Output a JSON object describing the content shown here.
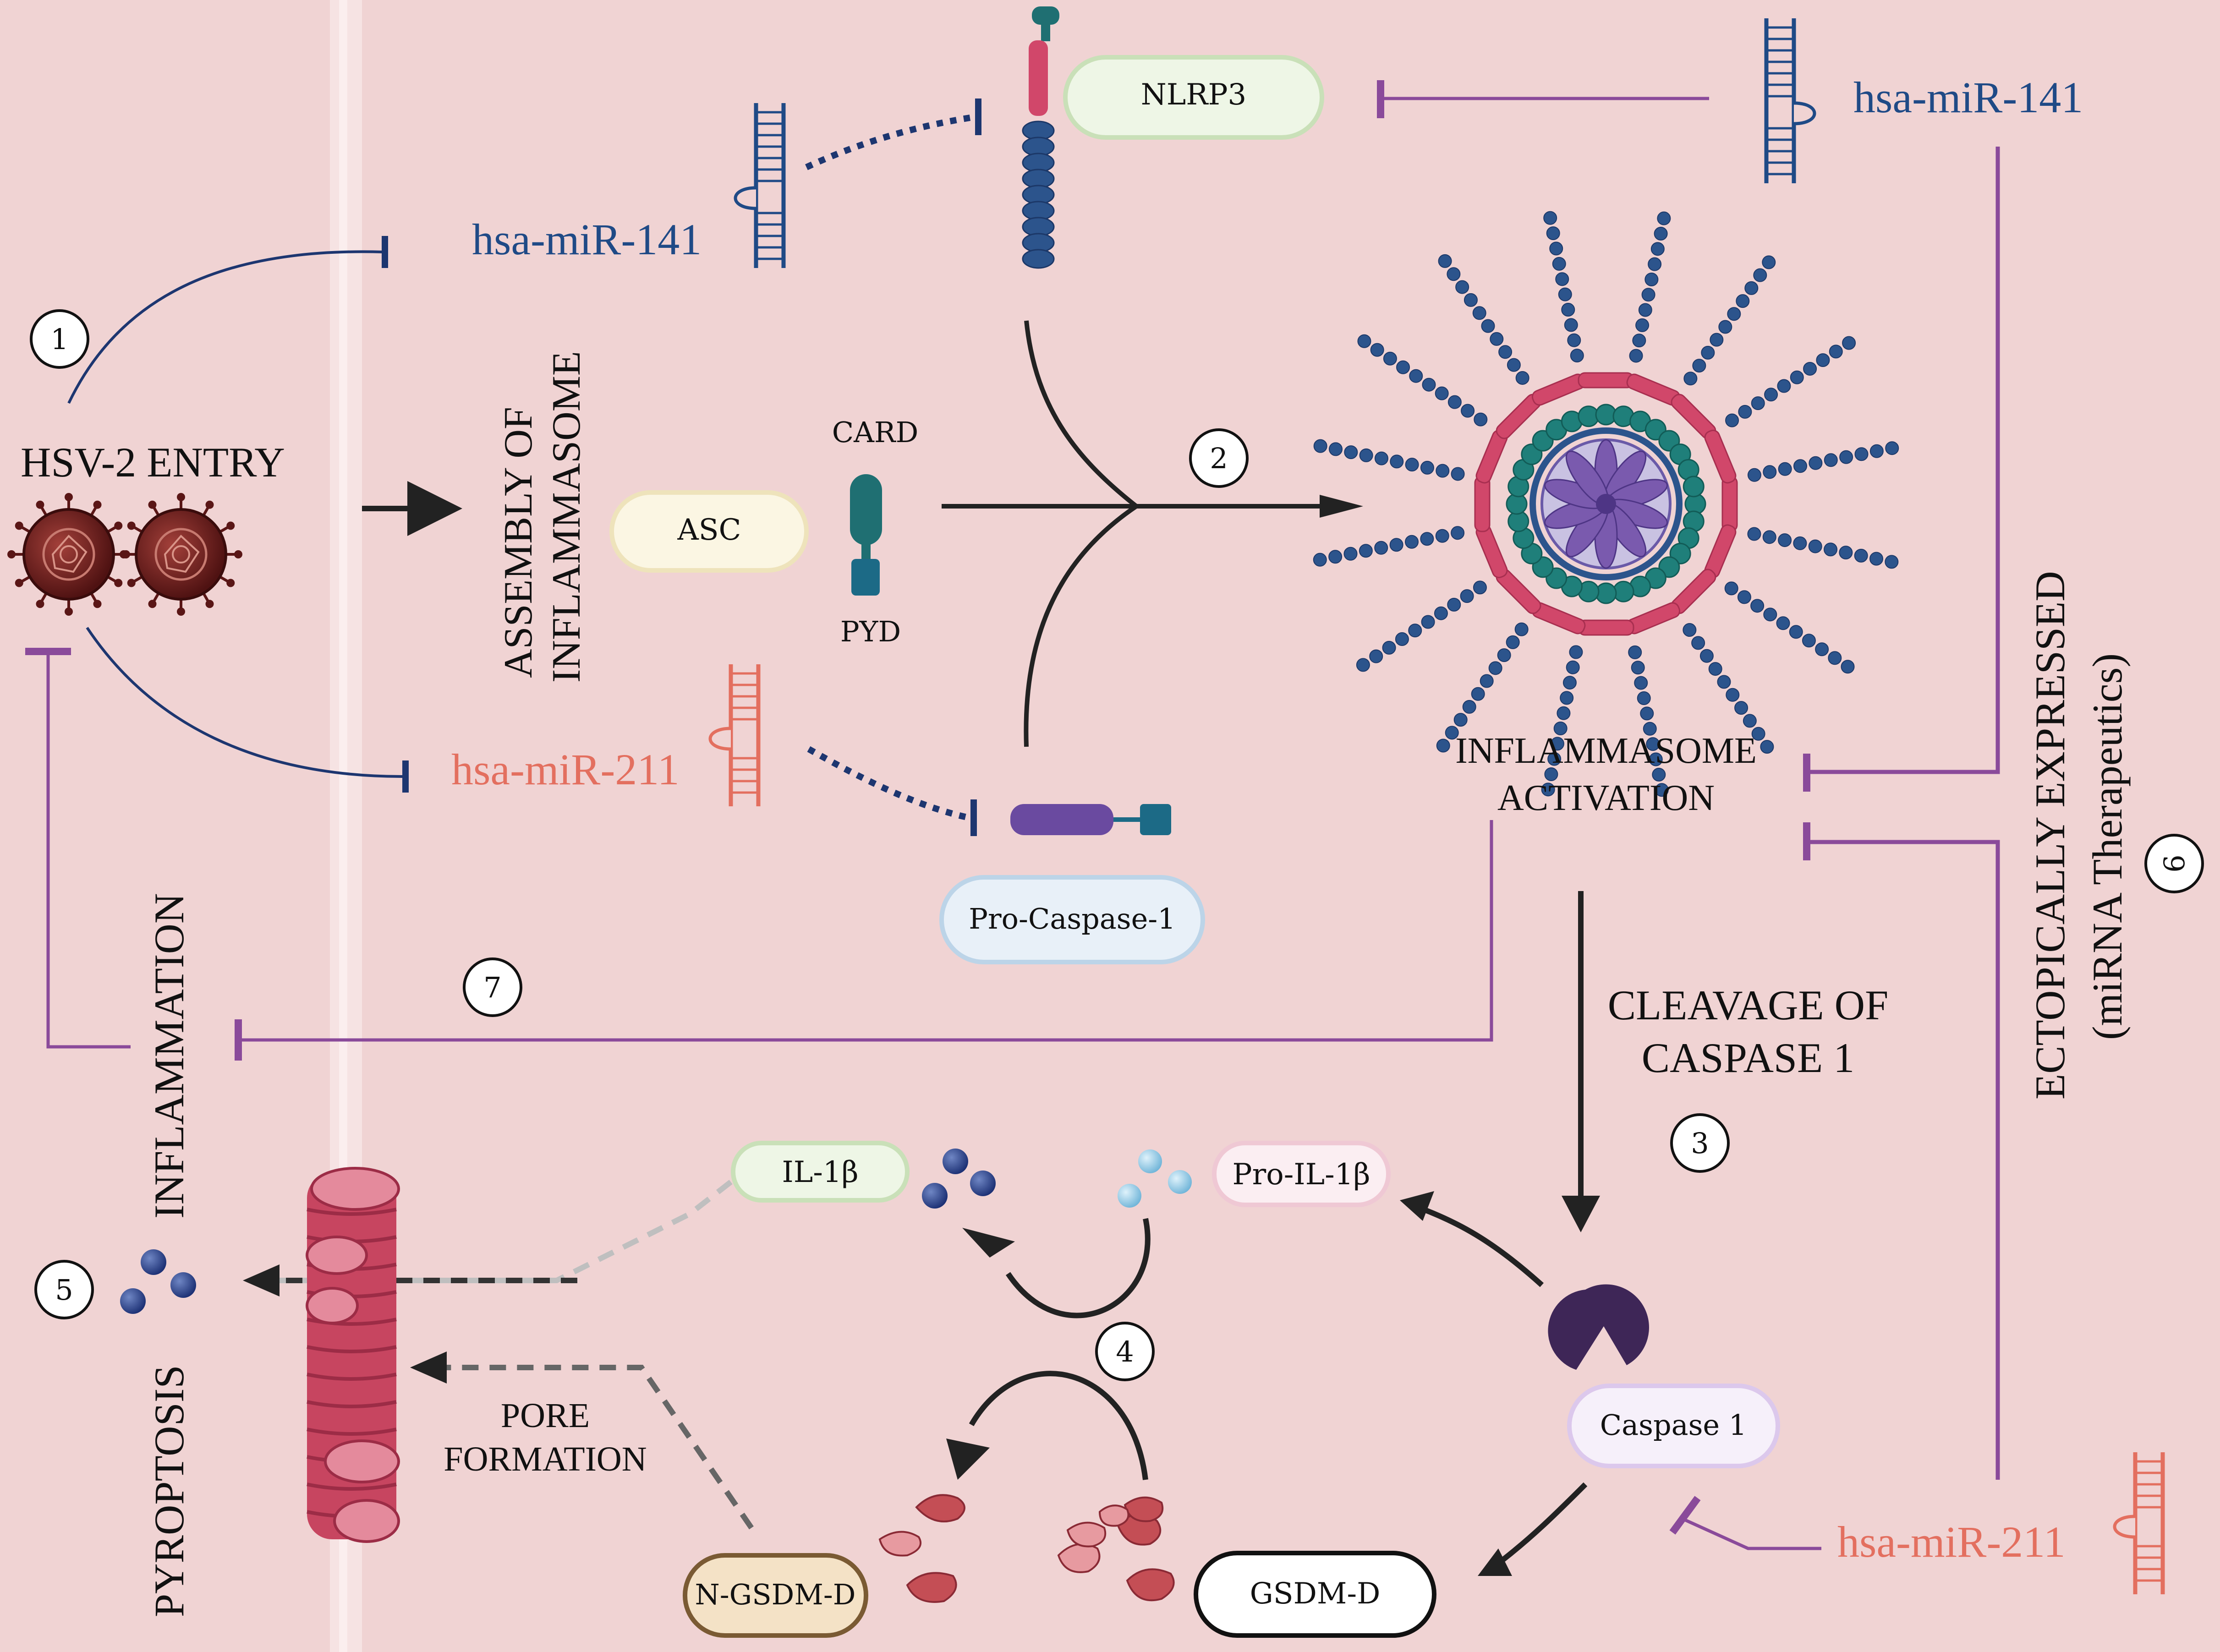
{
  "colors": {
    "background": "#f0d3d3",
    "membrane": "#f6e3e3",
    "navy": "#1d3670",
    "navy_text": "#1f4a86",
    "purple": "#8a4a9a",
    "salmon": "#e36f5f",
    "dark": "#222222",
    "grey_dashed": "#5a5a5a",
    "nlrp3_pill": "#eef6e6",
    "asc_pill": "#fbf6e3",
    "procasp_pill": "#e8f0f8",
    "il1b_pill": "#eef6e6",
    "proil1b_pill": "#fbeef2",
    "casp1_pill": "#f6f0fa",
    "gsdmd_pill": "#ffffff",
    "ngsdmd_pill": "#f4e2c6",
    "receptor_teal": "#1f6f72",
    "receptor_blue": "#2c548c",
    "receptor_pink": "#d1476a",
    "pore_red": "#c74560",
    "virus_dark": "#6b1c1c"
  },
  "labels": {
    "hsv2_entry": "HSV-2 ENTRY",
    "assembly_line1": "ASSEMBLY OF",
    "assembly_line2": "INFLAMMASOME",
    "inflammasome_activation_line1": "INFLAMMASOME",
    "inflammasome_activation_line2": "ACTIVATION",
    "cleavage_line1": "CLEAVAGE OF",
    "cleavage_line2": "CASPASE 1",
    "ectopic_line1": "ECTOPICALLY EXPRESSED",
    "ectopic_line2": "(miRNA Therapeutics)",
    "inflammation": "INFLAMMATION",
    "pyroptosis": "PYROPTOSIS",
    "pore_line1": "PORE",
    "pore_line2": "FORMATION",
    "card": "CARD",
    "pyd": "PYD"
  },
  "mirnas": {
    "mir141_a": "hsa-miR-141",
    "mir141_b": "hsa-miR-141",
    "mir211_a": "hsa-miR-211",
    "mir211_b": "hsa-miR-211"
  },
  "pills": {
    "nlrp3": "NLRP3",
    "asc": "ASC",
    "pro_caspase1": "Pro-Caspase-1",
    "il1b": "IL-1β",
    "pro_il1b": "Pro-IL-1β",
    "caspase1": "Caspase 1",
    "gsdmd": "GSDM-D",
    "n_gsdmd": "N-GSDM-D"
  },
  "steps": {
    "s1": "1",
    "s2": "2",
    "s3": "3",
    "s4": "4",
    "s5": "5",
    "s6": "6",
    "s7": "7"
  },
  "icons": [
    "virus-icon",
    "mirna-hairpin-icon",
    "nlrp3-receptor-icon",
    "inflammasome-complex-icon",
    "gasdermin-pore-icon",
    "caspase1-enzyme-icon"
  ]
}
